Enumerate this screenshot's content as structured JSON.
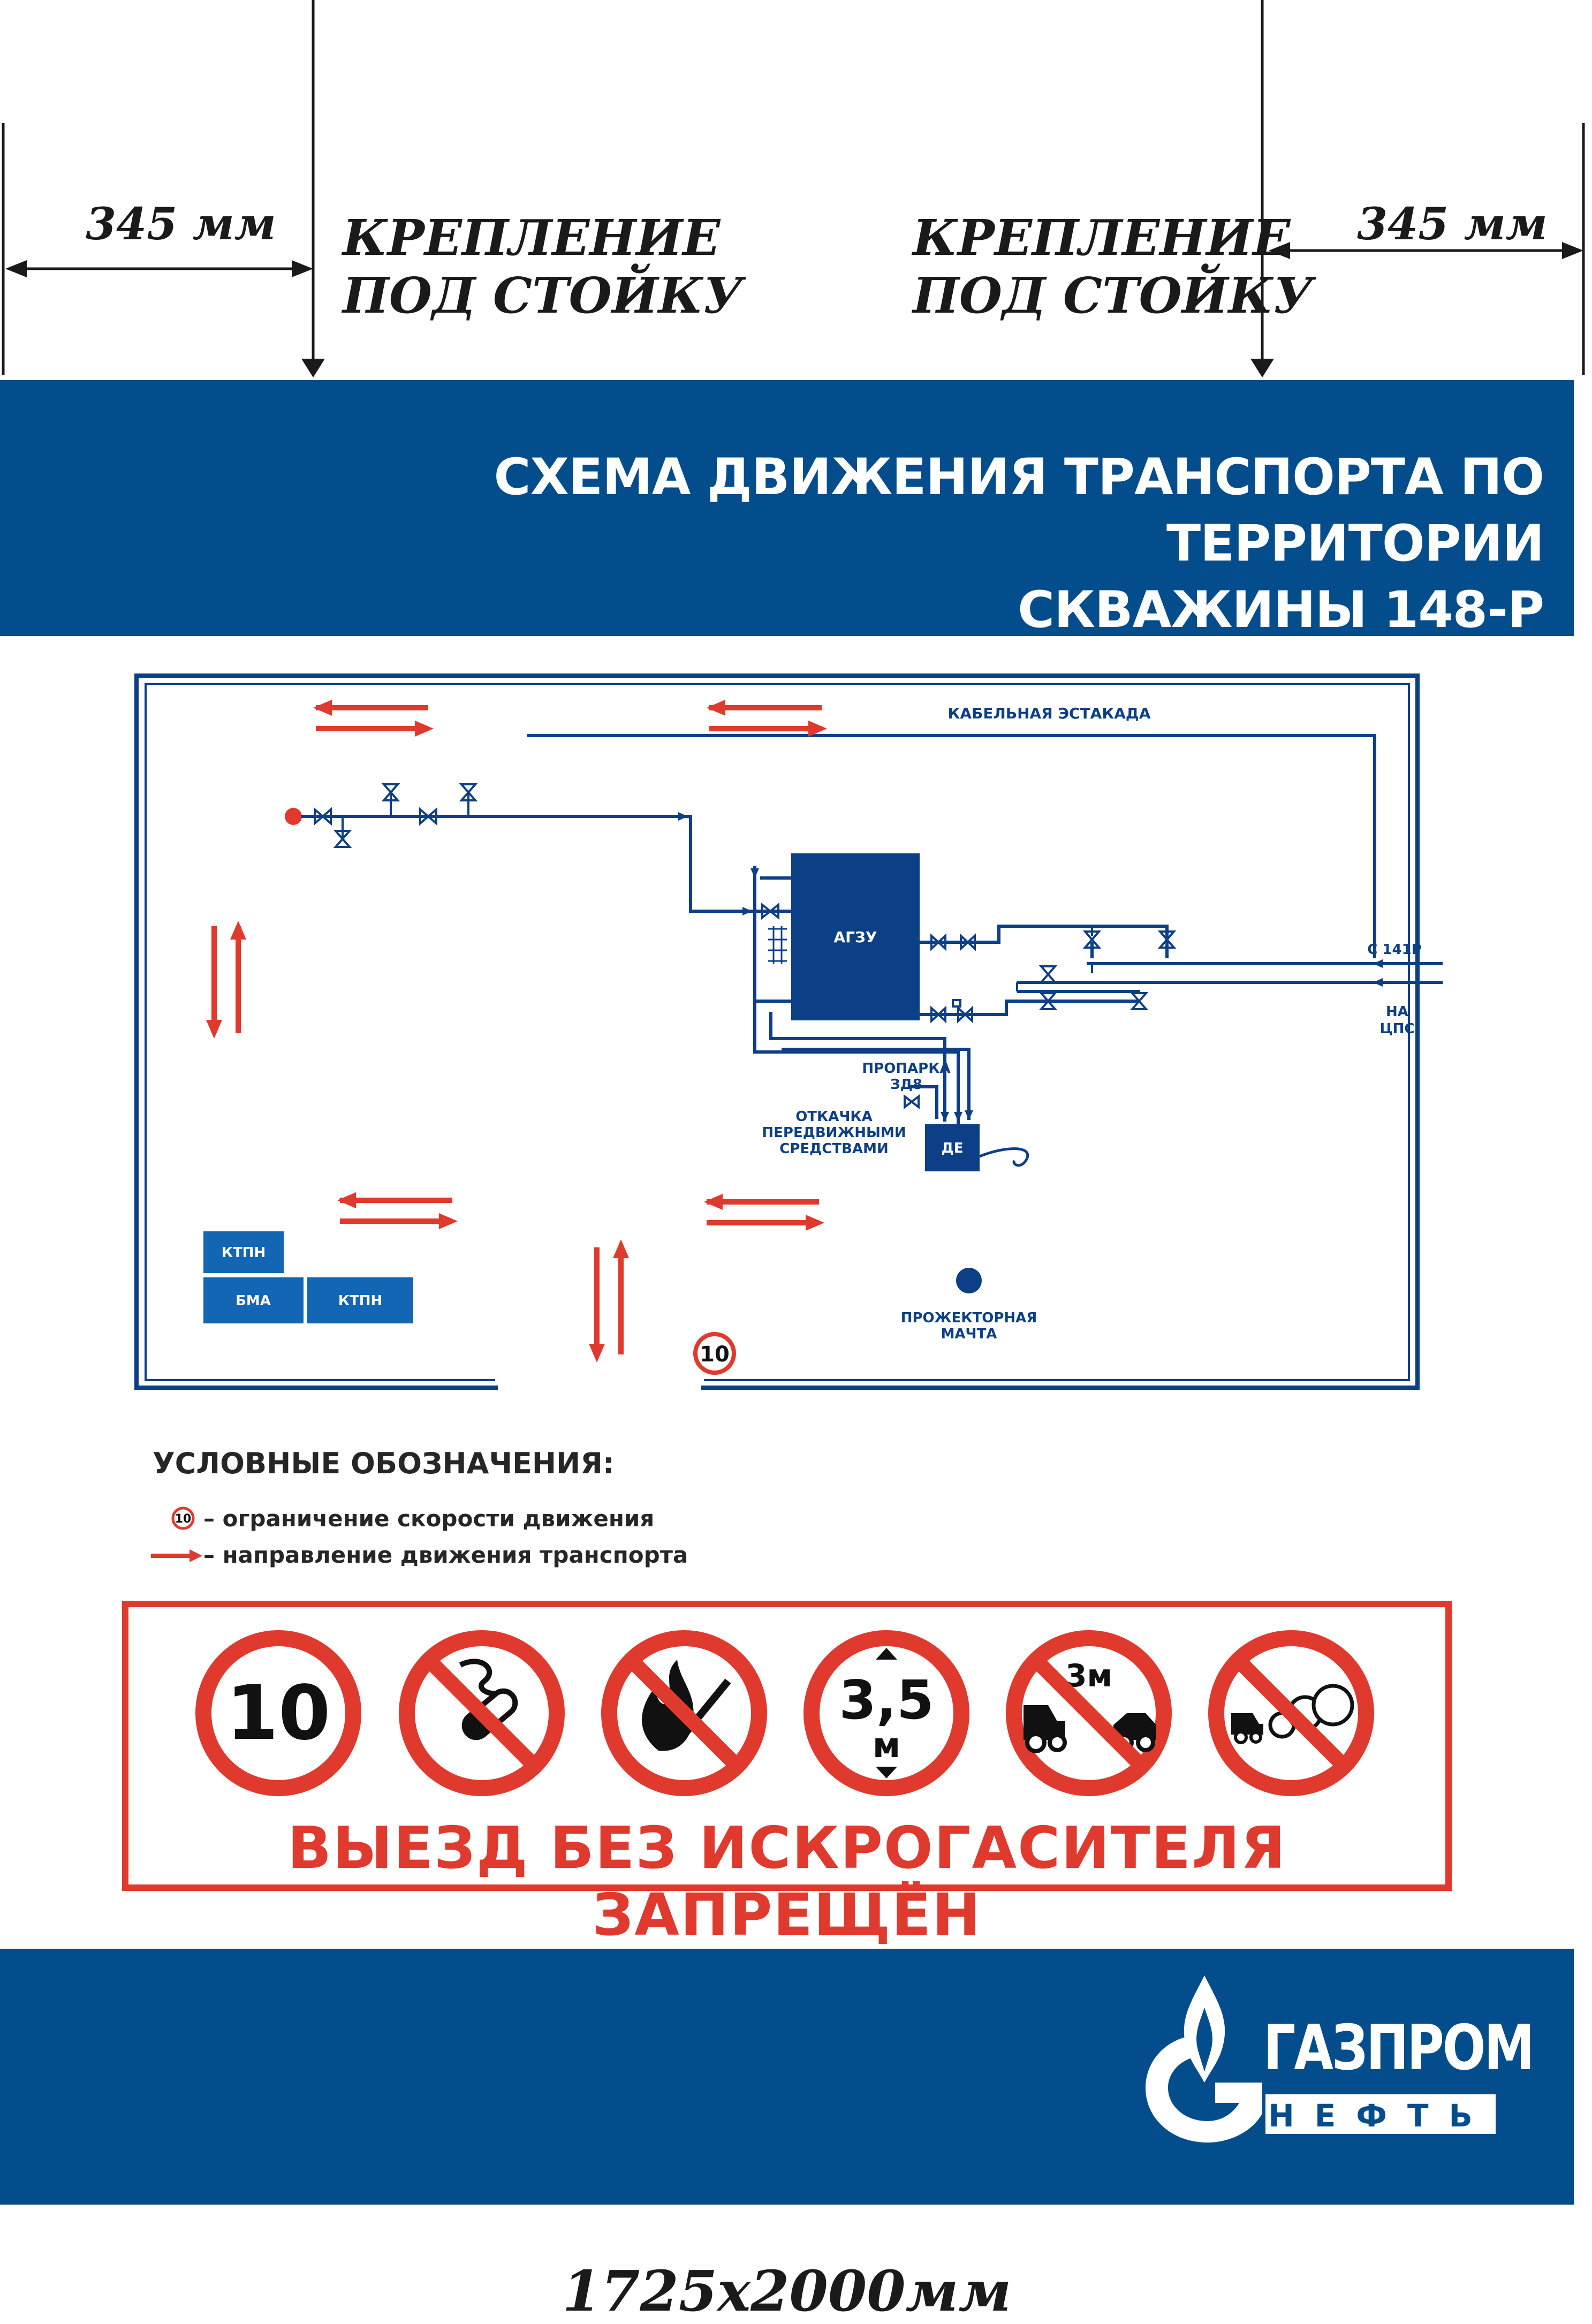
{
  "dimensions": {
    "left_offset": "345 мм",
    "right_offset": "345 мм",
    "mount_label_line1": "КРЕПЛЕНИЕ",
    "mount_label_line2": "ПОД СТОЙКУ",
    "overall_size": "1725х2000мм"
  },
  "header": {
    "title_line1": "СХЕМА ДВИЖЕНИЯ ТРАНСПОРТА ПО ТЕРРИТОРИИ",
    "title_line2": "СКВАЖИНЫ 148-Р"
  },
  "diagram": {
    "cable_rack": "КАБЕЛЬНАЯ ЭСТАКАДА",
    "agzu": "АГЗУ",
    "from_141r": "С 141Р",
    "to_cps_line1": "НА",
    "to_cps_line2": "ЦПС",
    "steam_line1": "ПРОПАРКА",
    "steam_line2": "ЗД8",
    "pumpout_line1": "ОТКАЧКА",
    "pumpout_line2": "ПЕРЕДВИЖНЫМИ",
    "pumpout_line3": "СРЕДСТВАМИ",
    "de": "ДЕ",
    "ktpn_top": "КТПН",
    "bma": "БМА",
    "ktpn_bottom": "КТПН",
    "mast_line1": "ПРОЖЕКТОРНАЯ",
    "mast_line2": "МАЧТА",
    "speed_sign": "10"
  },
  "legend": {
    "title": "УСЛОВНЫЕ ОБОЗНАЧЕНИЯ:",
    "speed_icon": "10",
    "speed_text": "– ограничение скорости движения",
    "direction_text": "– направление движения транспорта"
  },
  "signs": {
    "speed_limit": "10",
    "height_value": "3,5",
    "height_unit": "м",
    "distance": "3м",
    "warning": "ВЫЕЗД БЕЗ ИСКРОГАСИТЕЛЯ ЗАПРЕЩЁН"
  },
  "logo": {
    "line1": "ГАЗПРОМ",
    "line2": "НЕФТЬ"
  },
  "colors": {
    "brand_blue": "#034d8c",
    "diagram_blue": "#0d3f86",
    "sign_red": "#e03a2e"
  },
  "icons": [
    "no-smoking-icon",
    "no-open-fire-icon",
    "height-limit-icon",
    "keep-distance-icon",
    "no-exhaust-smoke-icon",
    "gas-flame-logo-icon"
  ]
}
